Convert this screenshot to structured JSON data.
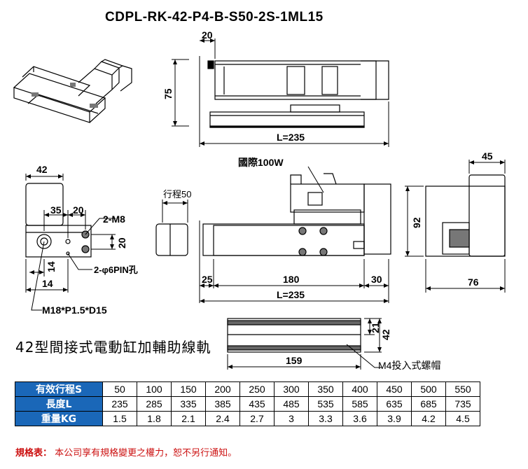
{
  "title": "CDPL-RK-42-P4-B-S50-2S-1ML15",
  "top_view": {
    "dim_20": "20",
    "dim_75": "75",
    "dim_L": "L=235"
  },
  "end_view_left": {
    "dim_42": "42",
    "dim_35": "35",
    "dim_20a": "20",
    "dim_20b": "20",
    "m8": "2-M8",
    "pin": "2-φ6PIN孔",
    "dim_14a": "14",
    "dim_14b": "14",
    "thread": "M18*P1.5*D15"
  },
  "side_view": {
    "motor": "國際100W",
    "stroke": "行程50",
    "dim_25": "25",
    "dim_180": "180",
    "dim_30": "30",
    "dim_L": "L=235"
  },
  "end_view_right": {
    "dim_45": "45",
    "dim_92": "92",
    "dim_76": "76"
  },
  "rail": {
    "caption": "42型間接式電動缸加輔助線軌",
    "dim_21": "21",
    "dim_42": "42",
    "dim_159": "159",
    "cap_label": "M4投入式螺帽"
  },
  "spec_table": {
    "rows": [
      {
        "label": "有效行程S",
        "values": [
          "50",
          "100",
          "150",
          "200",
          "250",
          "300",
          "350",
          "400",
          "450",
          "500",
          "550"
        ]
      },
      {
        "label": "長度L",
        "values": [
          "235",
          "285",
          "335",
          "385",
          "435",
          "485",
          "535",
          "585",
          "635",
          "685",
          "735"
        ]
      },
      {
        "label": "重量KG",
        "values": [
          "1.5",
          "1.8",
          "2.1",
          "2.4",
          "2.7",
          "3",
          "3.3",
          "3.6",
          "3.9",
          "4.2",
          "4.5"
        ]
      }
    ]
  },
  "note": {
    "label": "規格表：",
    "text": "本公司享有規格變更之權力，恕不另行通知。"
  }
}
